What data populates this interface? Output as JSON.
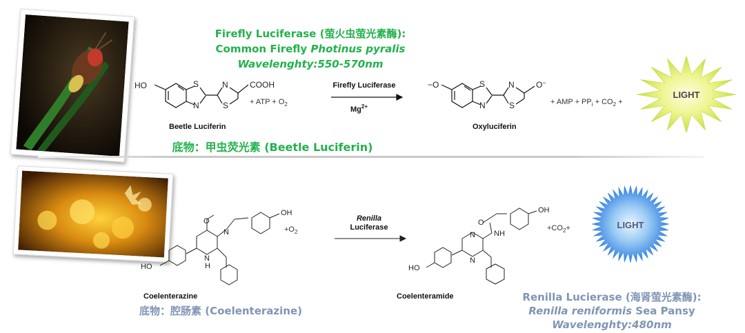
{
  "firefly": {
    "title_line1_a": "Firefly Luciferase (",
    "title_line1_b": "萤火虫萤光素酶",
    "title_line1_c": "):",
    "title_line2_a": "Common Firefly ",
    "title_line2_b": "Photinus pyralis",
    "title_line3": "Wavelenghty:550-570nm",
    "substrate_label_a": "底物：",
    "substrate_label_b": "甲虫荧光素",
    "substrate_label_c": " (Beetle Luciferin)"
  },
  "reaction1": {
    "ho": "HO",
    "s": "S",
    "n": "N",
    "cooh": "COOH",
    "reagents": "+ ATP + O",
    "reagents_sub": "2",
    "enzyme": "Firefly Luciferase",
    "cofactor": "Mg",
    "cofactor_sup": "2+",
    "reactant_name": "Beetle Luciferin",
    "product_name": "Oxyluciferin",
    "minus": "−O",
    "o_minus": "O",
    "products": "+ AMP + PP",
    "products_sub": "i",
    "products_tail": " + CO",
    "products_tail_sub": "2",
    "products_end": " +",
    "light": "LIGHT"
  },
  "renilla": {
    "substrate_label_a": "底物：",
    "substrate_label_b": "腔肠素",
    "substrate_label_c": " (Coelenterazine)",
    "title_line1_a": "Renilla Lucierase (",
    "title_line1_b": "海肾萤光素酶",
    "title_line1_c": "):",
    "title_line2_a": "Renilla reniformis",
    "title_line2_b": " Sea Pansy",
    "title_line3": "Wavelenghty:480nm"
  },
  "reaction2": {
    "o": "O",
    "oh": "OH",
    "n": "N",
    "h": "H",
    "nh": "NH",
    "ho": "HO",
    "o2": "+O",
    "o2_sub": "2",
    "enzyme_line1": "Renilla",
    "enzyme_line2": "Luciferase",
    "co2": "+CO",
    "co2_sub": "2",
    "co2_plus": "+",
    "reactant_name": "Coelenterazine",
    "product_name": "Coelenteramide",
    "light": "LIGHT"
  },
  "colors": {
    "green": "#22b24c",
    "gray_blue": "#7f95b5",
    "burst_yellow": "#e2f06a",
    "burst_blue": "#3d8fe6"
  }
}
